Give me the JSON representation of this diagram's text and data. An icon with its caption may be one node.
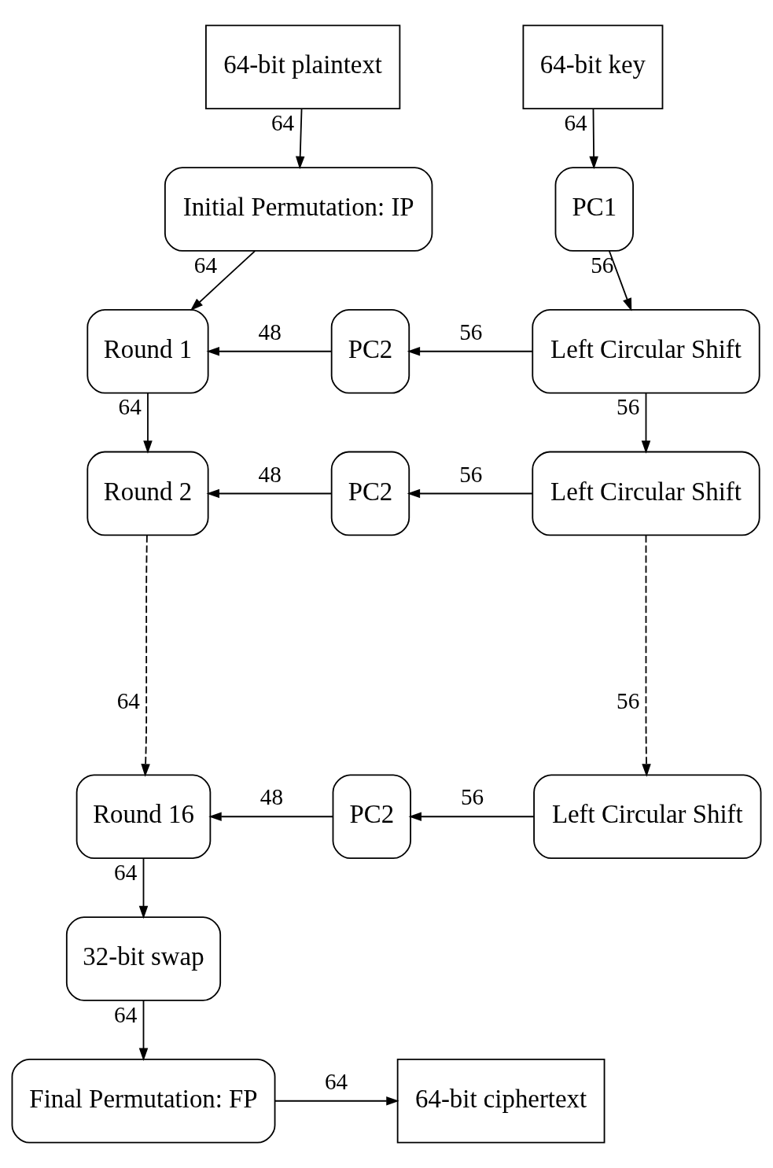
{
  "diagram": {
    "nodes": [
      {
        "text": [
          "64-bit plaintext"
        ]
      },
      {
        "text": [
          "64-bit key"
        ]
      },
      {
        "text": [
          "Initial Permutation: IP"
        ]
      },
      {
        "text": [
          "PC1"
        ]
      },
      {
        "text": [
          "Round 1"
        ]
      },
      {
        "text": [
          "PC2"
        ]
      },
      {
        "text": [
          "Left Circular Shift"
        ]
      },
      {
        "text": [
          "Round 2"
        ]
      },
      {
        "text": [
          "PC2"
        ]
      },
      {
        "text": [
          "Left Circular Shift"
        ]
      },
      {
        "text": [
          "Round 16"
        ]
      },
      {
        "text": [
          "PC2"
        ]
      },
      {
        "text": [
          "Left Circular Shift"
        ]
      },
      {
        "text": [
          "32-bit swap"
        ]
      },
      {
        "text": [
          "Final Permutation: FP"
        ]
      },
      {
        "text": [
          "64-bit ciphertext"
        ]
      }
    ],
    "edges": [
      {
        "from": 0,
        "to": 2,
        "arrow": "to",
        "label": "64"
      },
      {
        "from": 1,
        "to": 3,
        "arrow": "to",
        "label": "64"
      },
      {
        "from": 2,
        "to": 4,
        "arrow": "to",
        "label": "64"
      },
      {
        "from": 3,
        "to": 6,
        "arrow": "to",
        "label": "56"
      },
      {
        "from": 6,
        "to": 5,
        "arrow": "to",
        "label": "56"
      },
      {
        "from": 5,
        "to": 4,
        "arrow": "to",
        "label": "48"
      },
      {
        "from": 4,
        "to": 7,
        "arrow": "to",
        "label": "64"
      },
      {
        "from": 6,
        "to": 9,
        "arrow": "to",
        "label": "56"
      },
      {
        "from": 9,
        "to": 8,
        "arrow": "to",
        "label": "56"
      },
      {
        "from": 8,
        "to": 7,
        "arrow": "to",
        "label": "48"
      },
      {
        "from": 7,
        "to": 10,
        "arrow": "to",
        "label": "64",
        "style": "dashed"
      },
      {
        "from": 9,
        "to": 12,
        "arrow": "to",
        "label": "56",
        "style": "dashed"
      },
      {
        "from": 12,
        "to": 11,
        "arrow": "to",
        "label": "56"
      },
      {
        "from": 11,
        "to": 10,
        "arrow": "to",
        "label": "48"
      },
      {
        "from": 10,
        "to": 13,
        "arrow": "to",
        "label": "64"
      },
      {
        "from": 13,
        "to": 14,
        "arrow": "to",
        "label": "64"
      },
      {
        "from": 14,
        "to": 15,
        "arrow": "to",
        "label": "64"
      }
    ]
  }
}
